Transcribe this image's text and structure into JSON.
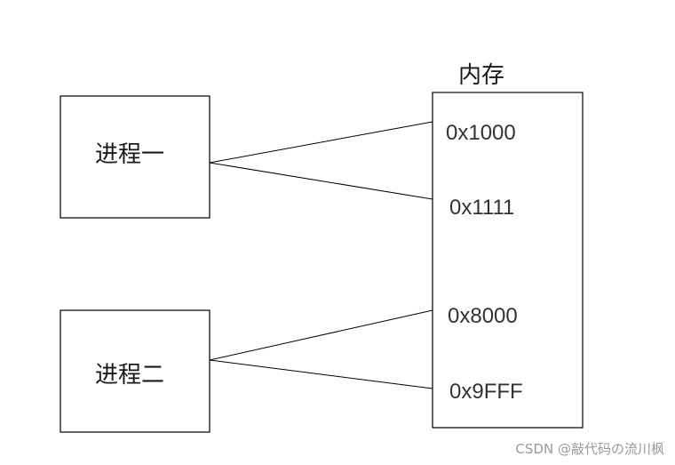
{
  "processes": [
    {
      "label": "进程一"
    },
    {
      "label": "进程二"
    }
  ],
  "memory": {
    "title": "内存",
    "addresses": [
      "0x1000",
      "0x1111",
      "0x8000",
      "0x9FFF"
    ]
  },
  "watermark": "CSDN @敲代码の流川枫",
  "colors": {
    "stroke": "#000000",
    "text": "#1a1a1a",
    "address_text": "#333333",
    "watermark": "#9a9a9a"
  }
}
